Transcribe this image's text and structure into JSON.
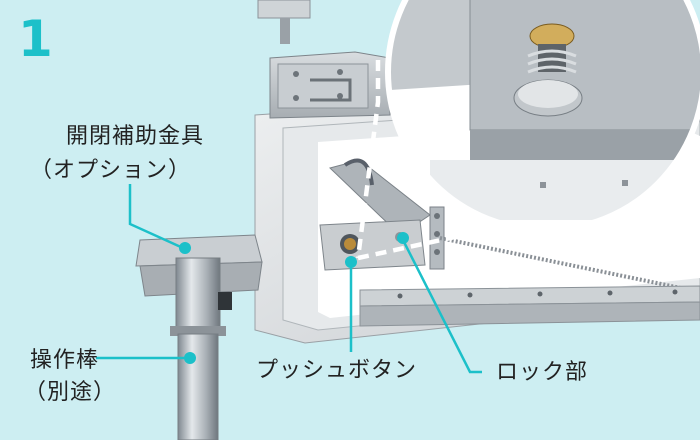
{
  "step_number": "1",
  "labels": {
    "fitting_line1": "開閉補助金具",
    "fitting_line2": "（オプション）",
    "rod_line1": "操作棒",
    "rod_line2": "（別途）",
    "push_button": "プッシュボタン",
    "lock": "ロック部"
  },
  "colors": {
    "background": "#cdeef2",
    "accent": "#1cc0c9",
    "text": "#222222"
  }
}
